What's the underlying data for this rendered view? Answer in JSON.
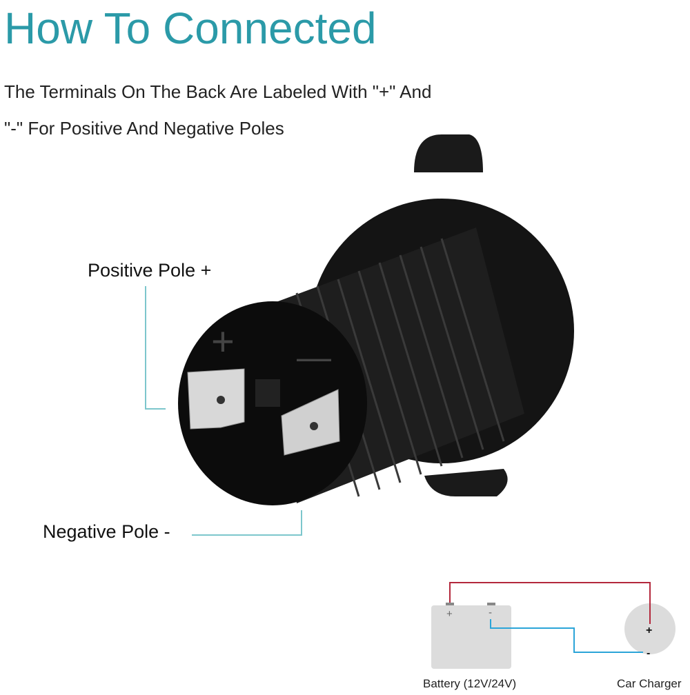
{
  "title": "How To Connected",
  "subtitle_lines": [
    "The Terminals On The Back Are Labeled With \"+\" And",
    "\"-\" For Positive And Negative Poles"
  ],
  "labels": {
    "positive": "Positive Pole +",
    "negative": "Negative Pole -"
  },
  "socket_marks": {
    "plus": "+",
    "minus": "—"
  },
  "wiring": {
    "battery_label": "Battery (12V/24V)",
    "charger_label": "Car Charger",
    "plus": "+",
    "minus": "-",
    "colors": {
      "positive_wire": "#b3283c",
      "negative_wire": "#2aa4d8",
      "accent": "#2b9aa8"
    }
  }
}
